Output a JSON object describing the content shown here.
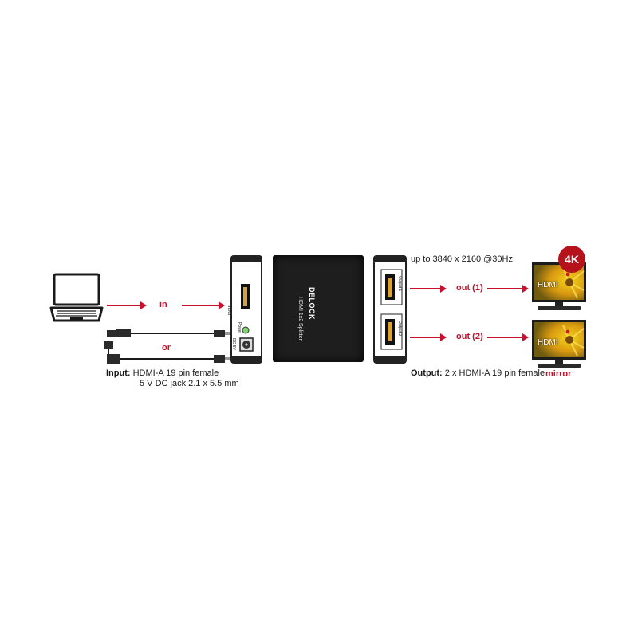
{
  "input": {
    "flow_label": "in",
    "alt_label": "or",
    "heading": "Input:",
    "line1": "HDMI-A 19 pin female",
    "line2": "5 V DC jack 2.1 x 5.5 mm"
  },
  "input_panel": {
    "port_label": "Input",
    "power_led_label": "Power",
    "dc_label": "DC 5V"
  },
  "splitter": {
    "brand": "DELOCK",
    "model": "HDMI 1x2 Splitter"
  },
  "output_panel": {
    "port1_label": "Output 1",
    "port2_label": "Output 2"
  },
  "output": {
    "resolution_note": "up to 3840 x 2160 @30Hz",
    "out1_label": "out (1)",
    "out2_label": "out (2)",
    "heading": "Output:",
    "spec": "2 x HDMI-A 19 pin female",
    "badge": "4K",
    "mirror_label": "mirror",
    "screen1_text": "HDMI",
    "screen2_text": "HDMI"
  },
  "colors": {
    "accent_red": "#c8102e",
    "badge_red": "#b5121b",
    "device_dark": "#1e1e1e"
  }
}
